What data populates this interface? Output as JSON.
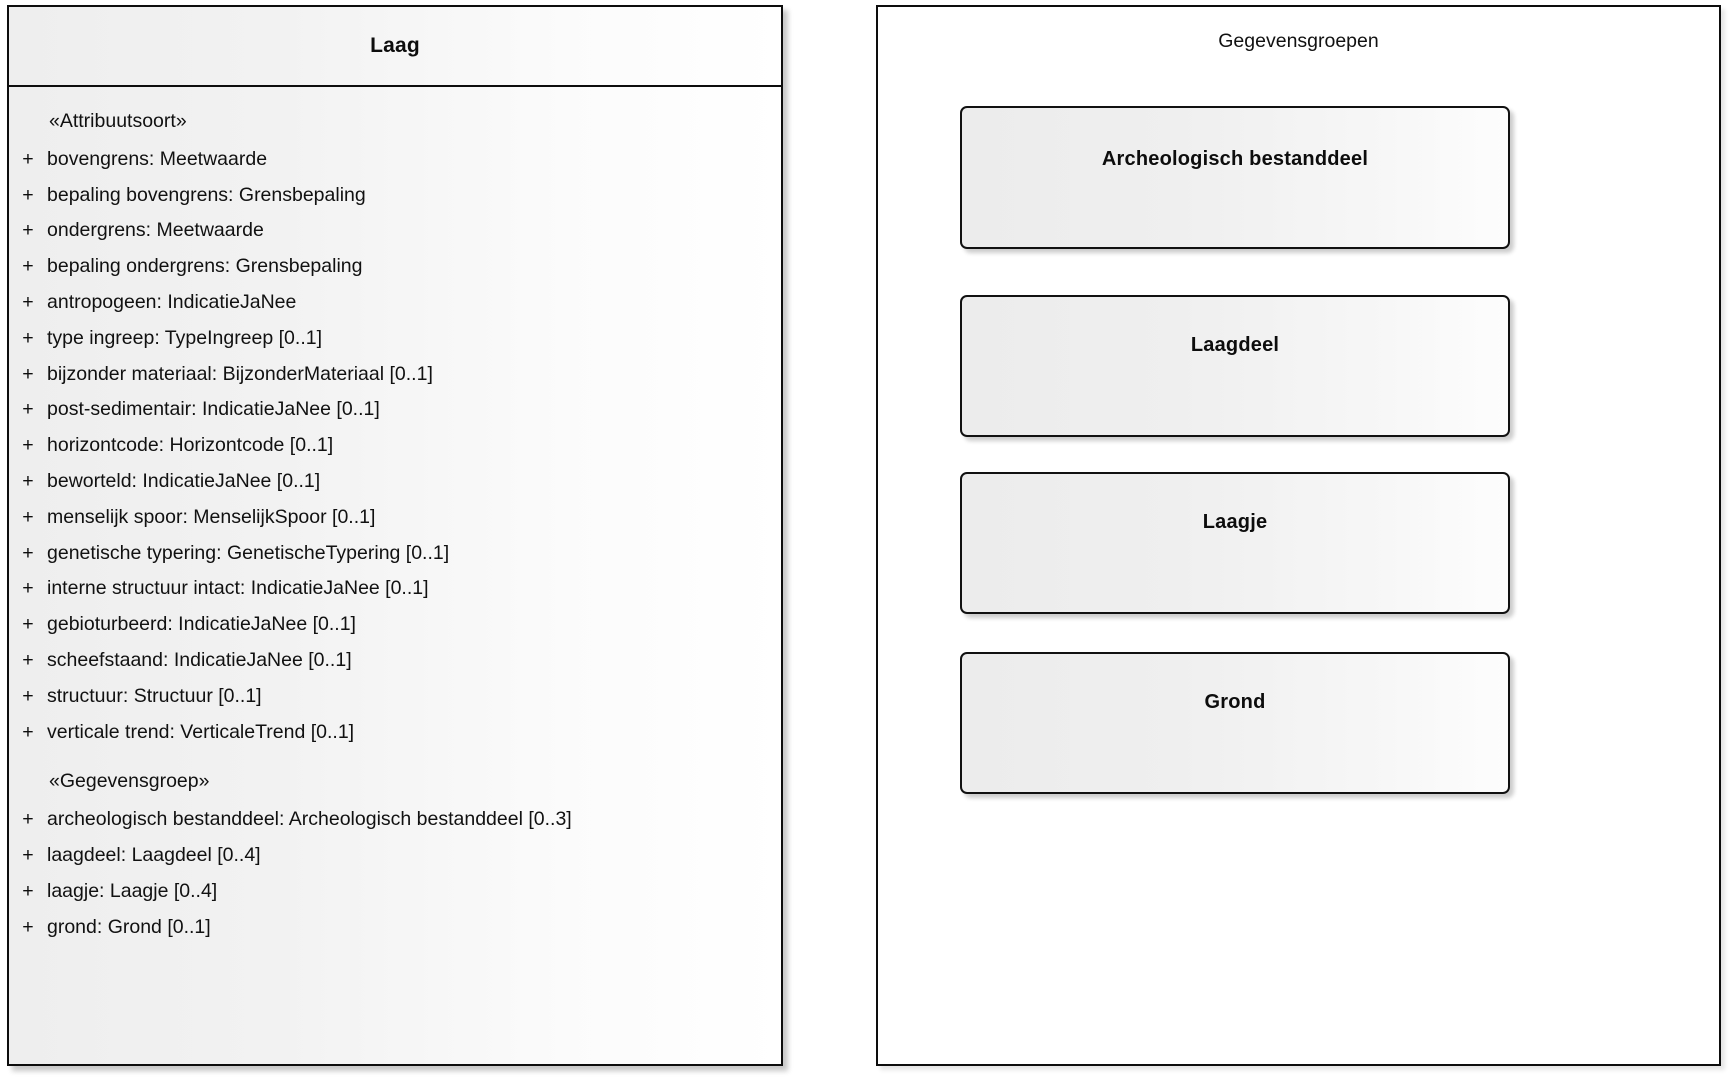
{
  "diagram": {
    "kind": "uml-class-diagram",
    "colors": {
      "border": "#0d0d0d",
      "fill_light": "#ffffff",
      "fill_gray": "#ececec",
      "text": "#111111"
    }
  },
  "class_box": {
    "title": "Laag",
    "sections": [
      {
        "stereotype": "«Attribuutsoort»",
        "attributes": [
          {
            "visibility": "+",
            "text": "bovengrens: Meetwaarde"
          },
          {
            "visibility": "+",
            "text": "bepaling bovengrens: Grensbepaling"
          },
          {
            "visibility": "+",
            "text": "ondergrens: Meetwaarde"
          },
          {
            "visibility": "+",
            "text": "bepaling ondergrens: Grensbepaling"
          },
          {
            "visibility": "+",
            "text": "antropogeen: IndicatieJaNee"
          },
          {
            "visibility": "+",
            "text": "type ingreep: TypeIngreep [0..1]"
          },
          {
            "visibility": "+",
            "text": "bijzonder materiaal: BijzonderMateriaal [0..1]"
          },
          {
            "visibility": "+",
            "text": "post-sedimentair: IndicatieJaNee [0..1]"
          },
          {
            "visibility": "+",
            "text": "horizontcode: Horizontcode [0..1]"
          },
          {
            "visibility": "+",
            "text": "beworteld: IndicatieJaNee [0..1]"
          },
          {
            "visibility": "+",
            "text": "menselijk spoor: MenselijkSpoor [0..1]"
          },
          {
            "visibility": "+",
            "text": "genetische typering: GenetischeTypering [0..1]"
          },
          {
            "visibility": "+",
            "text": "interne structuur intact: IndicatieJaNee [0..1]"
          },
          {
            "visibility": "+",
            "text": "gebioturbeerd: IndicatieJaNee [0..1]"
          },
          {
            "visibility": "+",
            "text": "scheefstaand: IndicatieJaNee [0..1]"
          },
          {
            "visibility": "+",
            "text": "structuur: Structuur [0..1]"
          },
          {
            "visibility": "+",
            "text": "verticale trend: VerticaleTrend [0..1]"
          }
        ]
      },
      {
        "stereotype": "«Gegevensgroep»",
        "attributes": [
          {
            "visibility": "+",
            "text": "archeologisch bestanddeel: Archeologisch bestanddeel [0..3]"
          },
          {
            "visibility": "+",
            "text": "laagdeel: Laagdeel [0..4]"
          },
          {
            "visibility": "+",
            "text": "laagje: Laagje [0..4]"
          },
          {
            "visibility": "+",
            "text": "grond: Grond [0..1]"
          }
        ]
      }
    ]
  },
  "group_frame": {
    "title": "Gegevensgroepen",
    "boxes": [
      {
        "label": "Archeologisch bestanddeel"
      },
      {
        "label": "Laagdeel"
      },
      {
        "label": "Laagje"
      },
      {
        "label": "Grond"
      }
    ]
  }
}
